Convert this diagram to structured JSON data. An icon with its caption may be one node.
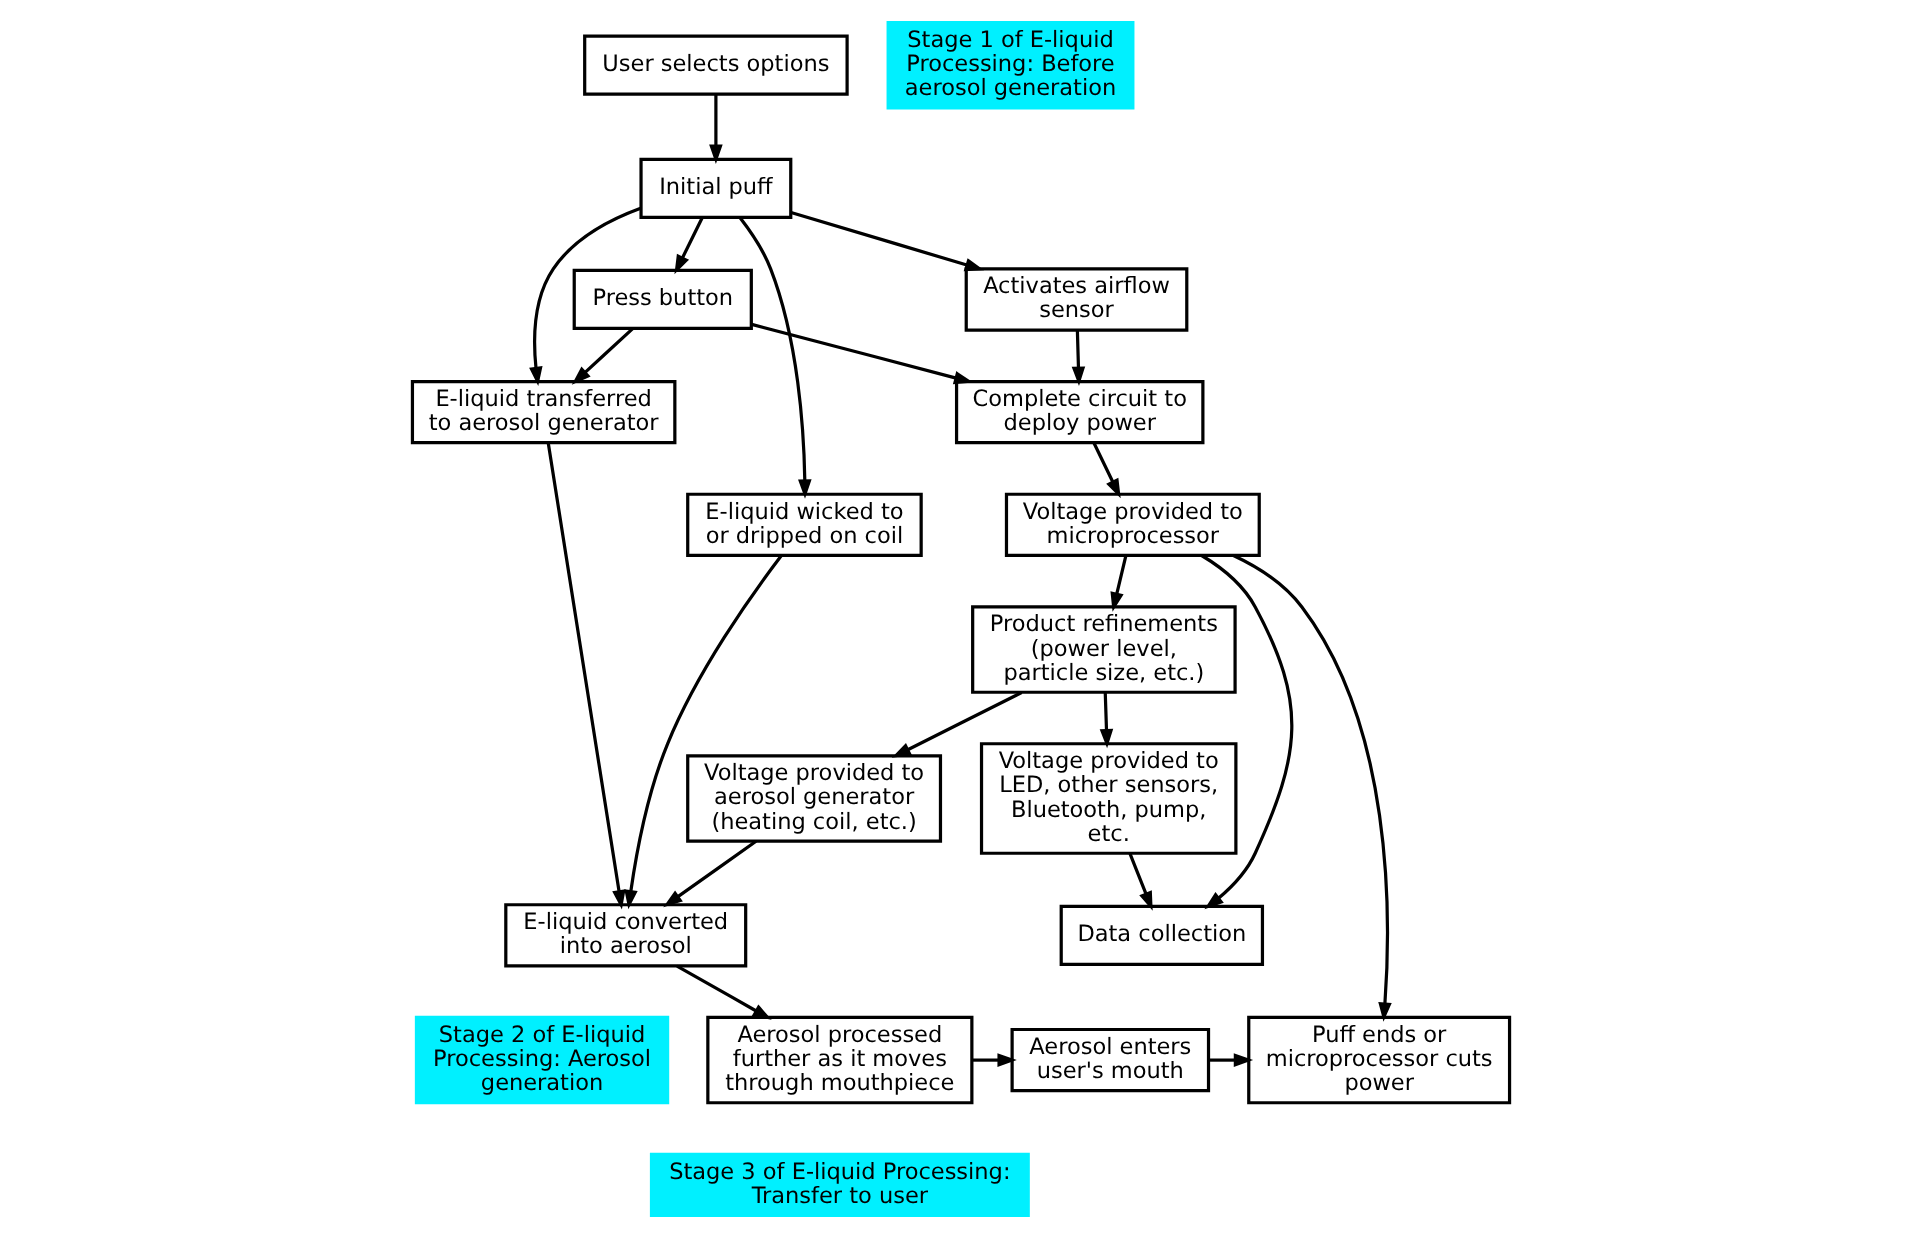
{
  "diagram": {
    "nodes": [
      {
        "text": [
          "User selects options"
        ]
      },
      {
        "text": [
          "Initial puff"
        ]
      },
      {
        "text": [
          "Activates airflow sensor"
        ]
      },
      {
        "text": [
          "Press button"
        ]
      },
      {
        "text": [
          "E-liquid transferred to aerosol generator"
        ]
      },
      {
        "text": [
          "E-liquid wicked to or dripped on coil"
        ]
      },
      {
        "text": [
          "Stage 1 of E-liquid Processing: Before aerosol generation"
        ]
      },
      {
        "text": [
          "Complete circuit to deploy power"
        ]
      },
      {
        "text": [
          "Voltage provided to microprocessor"
        ]
      },
      {
        "text": [
          "Product refinements (power level, particle size, etc.)"
        ]
      },
      {
        "text": [
          "Stage 2 of E-liquid Processing: Aerosol generation"
        ]
      },
      {
        "text": [
          "Voltage provided to aerosol generator (heating coil, etc.)"
        ]
      },
      {
        "text": [
          "E-liquid converted into aerosol"
        ]
      },
      {
        "text": [
          "Data collection"
        ]
      },
      {
        "text": [
          "Voltage provided to LED, other sensors, Bluetooth, pump, etc."
        ]
      },
      {
        "text": [
          "Aerosol processed further as it moves through mouthpiece"
        ]
      },
      {
        "text": [
          "Aerosol enters user's mouth"
        ]
      },
      {
        "text": [
          "Puff ends or microprocessor cuts power"
        ]
      },
      {
        "text": [
          "Stage 3 of E-liquid Processing: Transfer to user"
        ]
      }
    ],
    "edges": [
      {
        "from": 0,
        "to": 1,
        "arrow": "to"
      },
      {
        "from": 1,
        "to": 2,
        "arrow": "to"
      },
      {
        "from": 1,
        "to": 3,
        "arrow": "to"
      },
      {
        "from": 1,
        "to": 4,
        "arrow": "to"
      },
      {
        "from": 1,
        "to": 5,
        "arrow": "to"
      },
      {
        "from": 2,
        "to": 7,
        "arrow": "to"
      },
      {
        "from": 3,
        "to": 7,
        "arrow": "to"
      },
      {
        "from": 3,
        "to": 4,
        "arrow": "to"
      },
      {
        "from": 7,
        "to": 8,
        "arrow": "to"
      },
      {
        "from": 8,
        "to": 9,
        "arrow": "to"
      },
      {
        "from": 9,
        "to": 11,
        "arrow": "to"
      },
      {
        "from": 9,
        "to": 14,
        "arrow": "to"
      },
      {
        "from": 8,
        "to": 13,
        "arrow": "to"
      },
      {
        "from": 14,
        "to": 13,
        "arrow": "to"
      },
      {
        "from": 4,
        "to": 12,
        "arrow": "to"
      },
      {
        "from": 5,
        "to": 12,
        "arrow": "to"
      },
      {
        "from": 11,
        "to": 12,
        "arrow": "to"
      },
      {
        "from": 12,
        "to": 15,
        "arrow": "to"
      },
      {
        "from": 15,
        "to": 16,
        "arrow": "to"
      },
      {
        "from": 16,
        "to": 17,
        "arrow": "to"
      },
      {
        "from": 8,
        "to": 17,
        "arrow": "to"
      }
    ]
  }
}
